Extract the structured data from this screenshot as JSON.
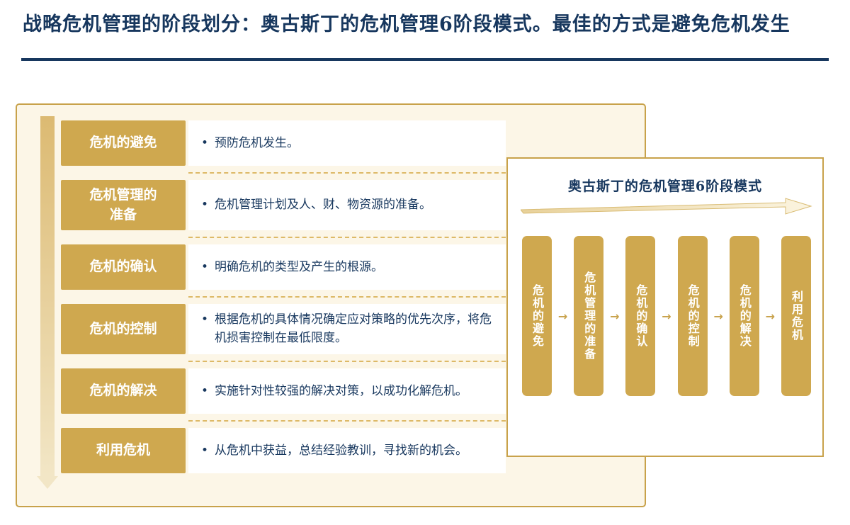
{
  "page": {
    "title": "战略危机管理的阶段划分：奥古斯丁的危机管理6阶段模式。最佳的方式是避免危机发生"
  },
  "icons": {
    "bullet": "•",
    "arrow_right": "→"
  },
  "stages": [
    {
      "label": "危机的避免",
      "desc": "预防危机发生。"
    },
    {
      "label": "危机管理的准备",
      "desc": "危机管理计划及人、财、物资源的准备。"
    },
    {
      "label": "危机的确认",
      "desc": "明确危机的类型及产生的根源。"
    },
    {
      "label": "危机的控制",
      "desc": "根据危机的具体情况确定应对策略的优先次序，将危机损害控制在最低限度。"
    },
    {
      "label": "危机的解决",
      "desc": "实施针对性较强的解决对策，以成功化解危机。"
    },
    {
      "label": "利用危机",
      "desc": "从危机中获益，总结经验教训，寻找新的机会。"
    }
  ],
  "flow_panel": {
    "title": "奥古斯丁的危机管理6阶段模式",
    "steps": [
      "危机的避免",
      "危机管理的准备",
      "危机的确认",
      "危机的控制",
      "危机的解决",
      "利用危机"
    ]
  },
  "colors": {
    "navy": "#17375E",
    "gold": "#CFA84F",
    "panel_bg": "#FCF6E7",
    "border_gold": "#C8A24B"
  }
}
